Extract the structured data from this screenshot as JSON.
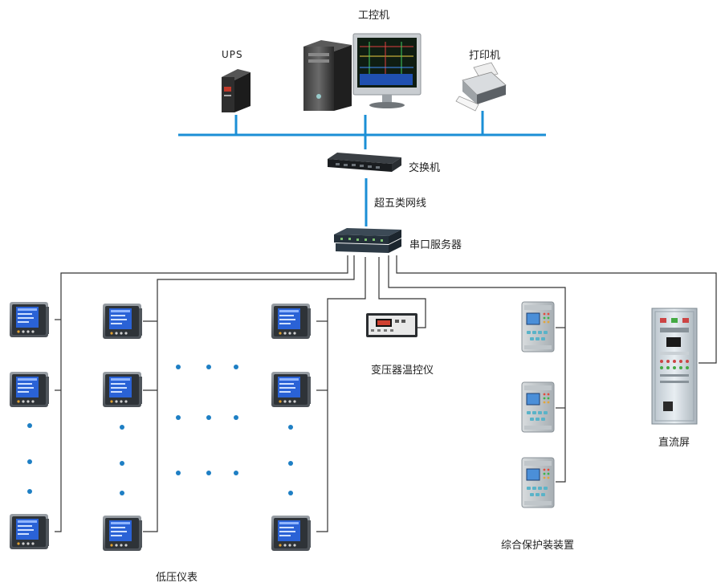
{
  "labels": {
    "industrial_pc": "工控机",
    "ups": "UPS",
    "printer": "打印机",
    "switch": "交换机",
    "cable": "超五类网线",
    "serial_server": "串口服务器",
    "transformer_temp": "变压器温控仪",
    "dc_panel": "直流屏",
    "protection": "综合保护装装置",
    "meters": "低压仪表"
  },
  "icons": {
    "ups": "ups-icon",
    "computer": "computer-icon",
    "printer": "printer-icon",
    "switch": "network-switch-icon",
    "serial_server": "serial-server-icon",
    "meter": "power-meter-icon",
    "temp_controller": "temperature-controller-icon",
    "relay": "protection-relay-icon",
    "cabinet": "dc-cabinet-icon"
  },
  "colors": {
    "bus": "#1b8fd6",
    "wire": "#333333",
    "dot": "#1e7fc4",
    "meter_screen": "#2a62d6",
    "relay_screen": "#4b8fd8"
  }
}
